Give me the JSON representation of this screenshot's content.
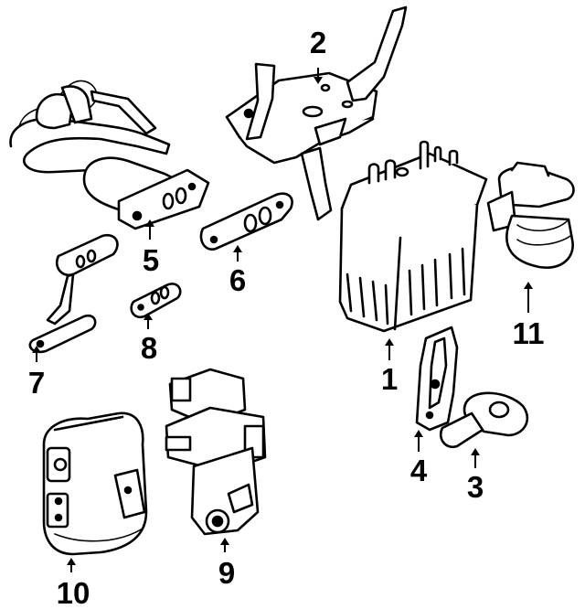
{
  "callouts": [
    {
      "id": "1",
      "label": "1"
    },
    {
      "id": "2",
      "label": "2"
    },
    {
      "id": "3",
      "label": "3"
    },
    {
      "id": "4",
      "label": "4"
    },
    {
      "id": "5",
      "label": "5"
    },
    {
      "id": "6",
      "label": "6"
    },
    {
      "id": "7",
      "label": "7"
    },
    {
      "id": "8",
      "label": "8"
    },
    {
      "id": "9",
      "label": "9"
    },
    {
      "id": "10",
      "label": "10"
    },
    {
      "id": "11",
      "label": "11"
    }
  ],
  "colors": {
    "ink": "#000000",
    "paper": "#ffffff"
  }
}
